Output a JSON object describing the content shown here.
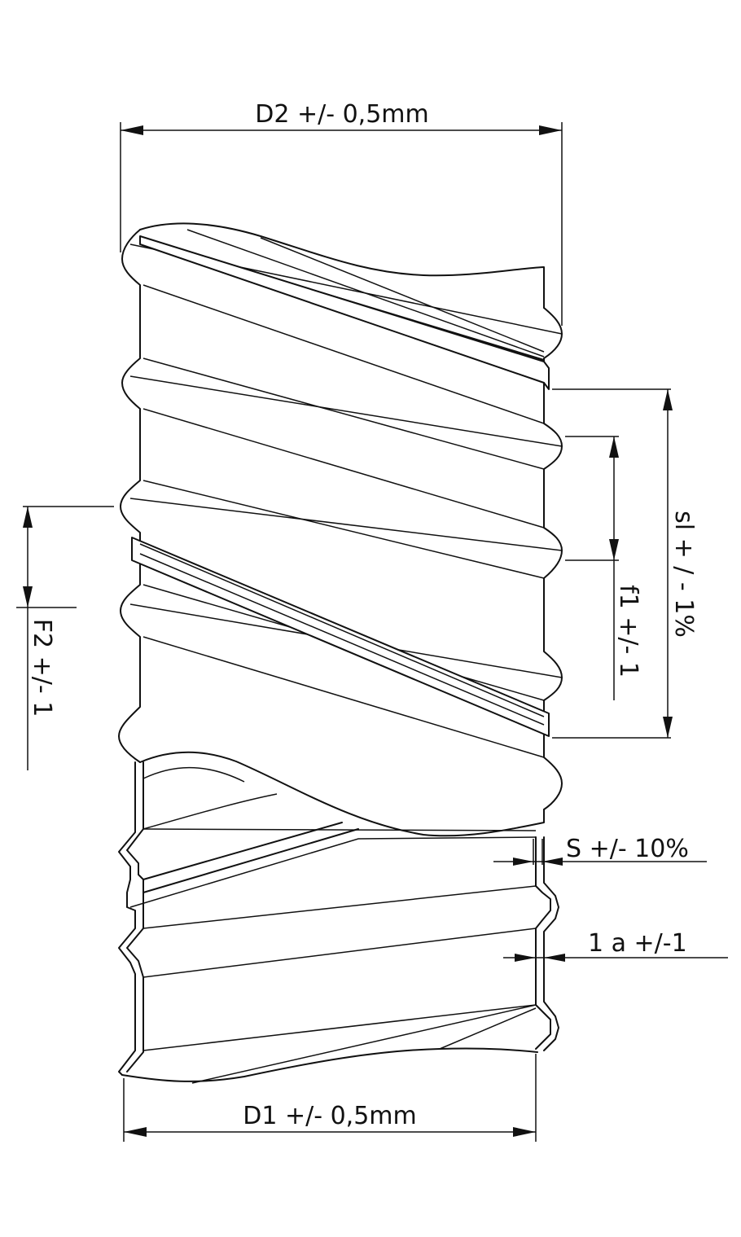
{
  "dimensions": {
    "d2": "D2 +/- 0,5mm",
    "d1": "D1 +/- 0,5mm",
    "sl": "sl + / - 1%",
    "f1": "f1 +/- 1",
    "f2": "F2 +/- 1",
    "s": "S +/- 10%",
    "a": "1 a +/-1"
  },
  "colors": {
    "line": "#111111",
    "background": "#ffffff"
  }
}
